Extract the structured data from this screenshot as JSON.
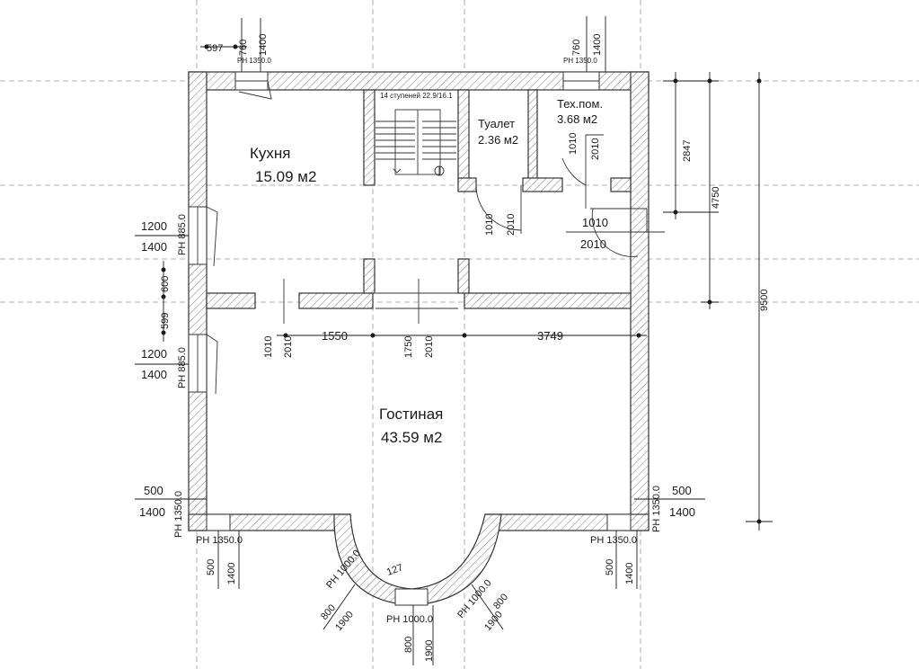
{
  "rooms": {
    "kitchen": {
      "name": "Кухня",
      "area": "15.09 м2"
    },
    "toilet": {
      "name": "Туалет",
      "area": "2.36 м2"
    },
    "tech": {
      "name": "Тех.пом.",
      "area": "3.68 м2"
    },
    "living": {
      "name": "Гостиная",
      "area": "43.59 м2"
    }
  },
  "stairs": {
    "label": "14 ступеней 22.9/16.1"
  },
  "dimensions": {
    "d597": "597",
    "d760_left": "760",
    "d1400_left": "1400",
    "ph_left": "РН 1350.0",
    "d760_right": "760",
    "d1400_right": "1400",
    "ph_right": "РН 1350.0",
    "d2847": "2847",
    "d4750": "4750",
    "d9500": "9500",
    "w_left1_a": "1200",
    "w_left1_b": "1400",
    "w_left1_ph": "РН 885.0",
    "w_left2_a": "1200",
    "w_left2_b": "1400",
    "w_left2_ph": "РН 885.0",
    "d600": "600",
    "d599": "599",
    "door_toilet_a": "1010",
    "door_toilet_b": "2010",
    "door_tech_a": "1010",
    "door_tech_b": "2010",
    "door_hall_a": "1010",
    "door_hall_b": "2010",
    "door_kitchen_a": "1010",
    "door_kitchen_b": "2010",
    "door_stair_a": "1750",
    "door_stair_b": "2010",
    "d1550": "1550",
    "d3749": "3749",
    "corner_left_a": "500",
    "corner_left_b": "1400",
    "corner_left_ph": "РН 1350.0",
    "corner_left_bot_ph": "РН 1350.0",
    "corner_left_bot_a": "500",
    "corner_left_bot_b": "1400",
    "corner_right_a": "500",
    "corner_right_b": "1400",
    "corner_right_ph": "РН 1350.0",
    "corner_right_bot_ph": "РН 1350.0",
    "corner_right_bot_a": "500",
    "corner_right_bot_b": "1400",
    "bay_left_ph": "РН 1000.0",
    "bay_left_a": "800",
    "bay_left_b": "1900",
    "bay_mid_ph": "РН 1000.0",
    "bay_mid_a": "800",
    "bay_mid_b": "1900",
    "bay_right_ph": "РН 1000.0",
    "bay_right_a": "800",
    "bay_right_b": "1900",
    "bay_angle": "127"
  }
}
